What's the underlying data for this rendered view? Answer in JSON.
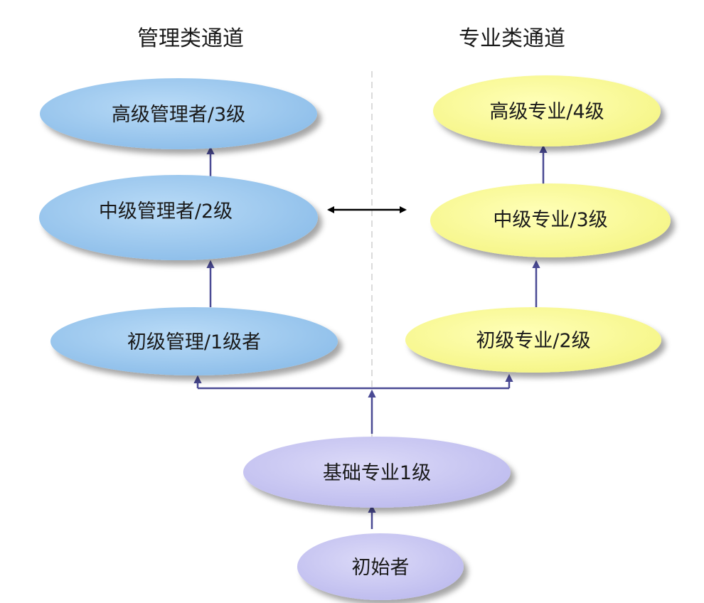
{
  "headings": {
    "management": "管理类通道",
    "professional": "专业类通道"
  },
  "management_track": {
    "senior": "高级管理者/3级",
    "middle": "中级管理者/2级",
    "junior": "初级管理/1级者"
  },
  "professional_track": {
    "senior": "高级专业/4级",
    "middle": "中级专业/3级",
    "junior": "初级专业/2级"
  },
  "foundation": {
    "basic": "基础专业1级",
    "beginner": "初始者"
  },
  "colors": {
    "management_fill": "#9ec9f0",
    "professional_fill": "#fdfd98",
    "foundation_fill": "#c9c7f2",
    "arrow": "#4a4a94",
    "divider": "#cfcfcf"
  }
}
